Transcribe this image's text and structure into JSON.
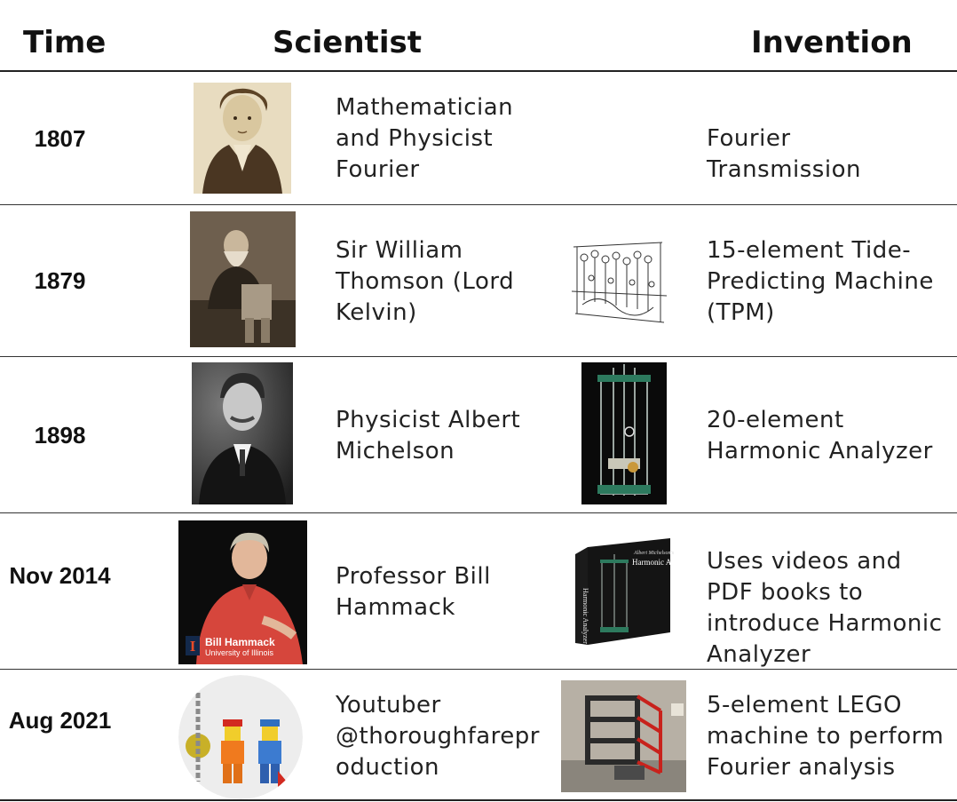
{
  "headers": {
    "time": "Time",
    "scientist": "Scientist",
    "invention": "Invention"
  },
  "rows": [
    {
      "time": "1807",
      "scientist": "Mathematician and Physicist Fourier",
      "invention": "Fourier Transmission",
      "portrait_icon": "engraved-portrait-icon"
    },
    {
      "time": "1879",
      "scientist": "Sir William Thomson (Lord Kelvin)",
      "invention": "15-element Tide-Predicting Machine (TPM)",
      "portrait_icon": "sepia-photo-portrait-icon",
      "invention_icon": "tide-predicting-machine-drawing-icon"
    },
    {
      "time": "1898",
      "scientist": "Physicist Albert Michelson",
      "invention": "20-element Harmonic Analyzer",
      "portrait_icon": "bw-photo-portrait-icon",
      "invention_icon": "harmonic-analyzer-photo-icon"
    },
    {
      "time": "Nov 2014",
      "scientist": "Professor Bill Hammack",
      "invention": "Uses videos and PDF books to introduce Harmonic Analyzer",
      "portrait_icon": "video-still-portrait-icon",
      "invention_icon": "book-cover-icon",
      "portrait_caption": {
        "name": "Bill Hammack",
        "affiliation": "University of Illinois",
        "logo_letter": "I"
      },
      "book": {
        "author": "Albert Michelson's",
        "title": "Harmonic Analyzer",
        "spine": "Harmonic Analyzer"
      }
    },
    {
      "time": "Aug 2021",
      "scientist": "Youtuber @thoroughfarepr oduction",
      "invention": "5-element LEGO machine to perform Fourier analysis",
      "portrait_icon": "lego-figures-icon",
      "invention_icon": "lego-machine-photo-icon"
    }
  ],
  "colors": {
    "rule": "#333333",
    "text": "#222222",
    "photo_bg_dark": "#0a0a0a",
    "illinois_orange": "#e84a27",
    "illinois_blue": "#13294b"
  }
}
